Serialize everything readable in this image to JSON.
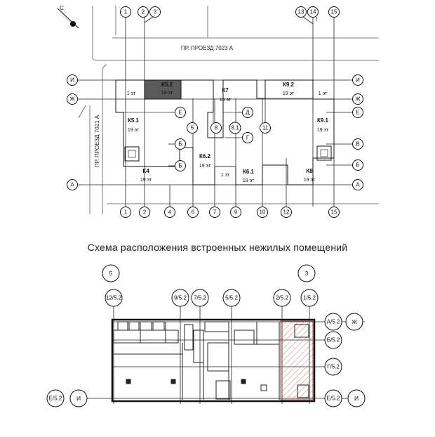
{
  "compass": {
    "label": "С"
  },
  "streets": {
    "top": "ПР. ПРОЕЗД 7023 А",
    "left": "ПР. ПРОЕЗД 7021 А"
  },
  "site_plan": {
    "top_axes": [
      "1",
      "2",
      "3",
      "13",
      "14",
      "15"
    ],
    "bottom_axes": [
      "1",
      "2",
      "4",
      "6",
      "7",
      "9",
      "10",
      "12",
      "15"
    ],
    "left_axes": [
      "И",
      "Ж",
      "А"
    ],
    "right_axes": [
      "И",
      "Ж",
      "Е",
      "В",
      "Б",
      "А"
    ],
    "inner_axes": {
      "e": "Е",
      "b1": "Б",
      "b2": "Б",
      "five": "5",
      "eight": "8",
      "eight1": "8.1",
      "d": "Д",
      "g": "Г",
      "eleven": "11"
    },
    "sections": {
      "k52": {
        "name": "К5.2",
        "floors": "19 эт"
      },
      "k7": {
        "name": "К7",
        "floors": "19 эт"
      },
      "k92": {
        "name": "К9.2",
        "floors": "19 эт"
      },
      "k51": {
        "name": "К5.1",
        "floors": "19 эт"
      },
      "k91": {
        "name": "К9.1",
        "floors": "19 эт"
      },
      "k62": {
        "name": "К6.2",
        "floors": "19 эт"
      },
      "k61": {
        "name": "К6.1",
        "floors": "19 эт"
      },
      "k4": {
        "name": "К4",
        "floors": "19 эт"
      },
      "k8": {
        "name": "К8",
        "floors": "19 эт"
      },
      "fl1": "1 эт",
      "fl2": "1 эт",
      "fl3": "1 эт"
    }
  },
  "caption": "Схема расположения встроенных нежилых помещений",
  "floor_plan": {
    "big_left": "5",
    "big_right": "3",
    "top_axes": [
      "12/5.2",
      "9/5.2",
      "7/5.2",
      "5/5.2",
      "2/5.2",
      "1/5.2"
    ],
    "right_axes": [
      "А/5.2",
      "Б/5.2",
      "Г/5.2",
      "Е/5.2"
    ],
    "left_axis": "Е/5.2",
    "zh_label": "Ж",
    "i_label": "И"
  }
}
